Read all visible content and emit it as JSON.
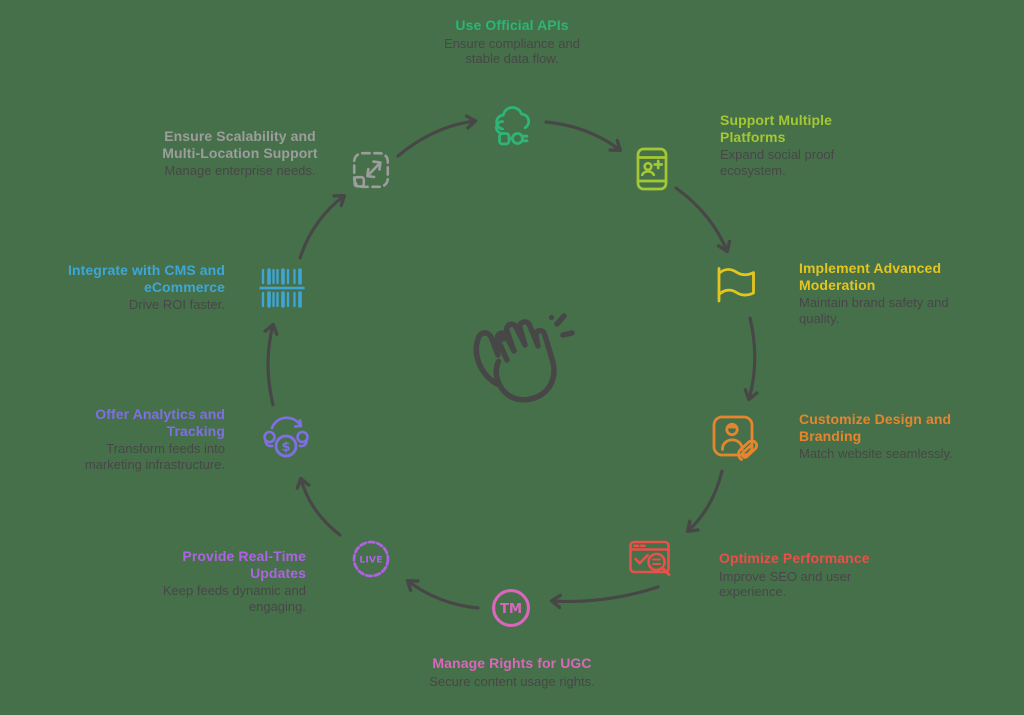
{
  "page": {
    "background": "#46704A"
  },
  "palette": {
    "arrow": "#474747",
    "body_text": "#474747"
  },
  "center_icon": {
    "name": "clapping-hands"
  },
  "icon_texts": {
    "tm": "TM",
    "live": "LIVE",
    "dollar": "$"
  },
  "items": [
    {
      "key": "use-official-apis",
      "icon": "cloud-api",
      "title_lines": [
        "Use Official APIs"
      ],
      "subtitle_lines": [
        "Ensure compliance and",
        "stable data flow."
      ],
      "accent": "#2CB577"
    },
    {
      "key": "support-multiple-platforms",
      "icon": "phone-social",
      "title_lines": [
        "Support Multiple",
        "Platforms"
      ],
      "subtitle_lines": [
        "Expand social proof",
        "ecosystem."
      ],
      "accent": "#A4C734"
    },
    {
      "key": "implement-advanced-moderation",
      "icon": "flag",
      "title_lines": [
        "Implement Advanced",
        "Moderation"
      ],
      "subtitle_lines": [
        "Maintain brand safety and",
        "quality."
      ],
      "accent": "#E4C51E"
    },
    {
      "key": "customize-design-branding",
      "icon": "id-card-clip",
      "title_lines": [
        "Customize Design and",
        "Branding"
      ],
      "subtitle_lines": [
        "Match website seamlessly."
      ],
      "accent": "#E5862F"
    },
    {
      "key": "optimize-performance",
      "icon": "browser-search",
      "title_lines": [
        "Optimize Performance"
      ],
      "subtitle_lines": [
        "Improve SEO and user",
        "experience."
      ],
      "accent": "#E85049"
    },
    {
      "key": "manage-rights-ugc",
      "icon": "trademark-circle",
      "title_lines": [
        "Manage Rights for UGC"
      ],
      "subtitle_lines": [
        "Secure content usage rights."
      ],
      "accent": "#DC66BC"
    },
    {
      "key": "provide-real-time-updates",
      "icon": "live-badge",
      "title_lines": [
        "Provide Real-Time",
        "Updates"
      ],
      "subtitle_lines": [
        "Keep feeds dynamic and",
        "engaging."
      ],
      "accent": "#AE63E3"
    },
    {
      "key": "offer-analytics-tracking",
      "icon": "money-analytics",
      "title_lines": [
        "Offer Analytics and",
        "Tracking"
      ],
      "subtitle_lines": [
        "Transform feeds into",
        "marketing infrastructure."
      ],
      "accent": "#7F6FE3"
    },
    {
      "key": "integrate-cms-ecommerce",
      "icon": "barcode",
      "title_lines": [
        "Integrate with CMS and",
        "eCommerce"
      ],
      "subtitle_lines": [
        "Drive ROI faster."
      ],
      "accent": "#3EA6D7"
    },
    {
      "key": "ensure-scalability",
      "icon": "expand-dashed",
      "title_lines": [
        "Ensure Scalability and",
        "Multi-Location Support"
      ],
      "subtitle_lines": [
        "Manage enterprise needs."
      ],
      "accent": "#9D9D9D"
    }
  ]
}
